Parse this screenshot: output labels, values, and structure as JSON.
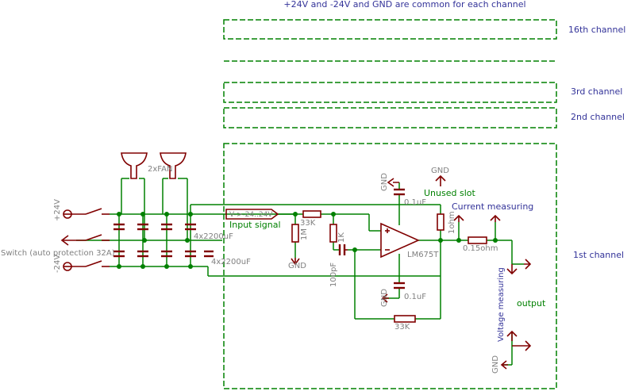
{
  "header": {
    "common_note": "+24V and -24V and GND are common for each channel"
  },
  "channels": {
    "ch16": "16th channel",
    "ch3": "3rd channel",
    "ch2": "2nd channel",
    "ch1": "1st channel"
  },
  "power": {
    "plus24": "+24V",
    "minus24": "-24V",
    "switch": "Switch (auto protection 32A)",
    "fans": "2xFAN",
    "caps_top": "4x2200uF",
    "caps_bottom": "4x2200uF"
  },
  "amp": {
    "input_signal": "Input signal",
    "input_range": "V->-24..24V",
    "r_in": "33K",
    "r_gnd": "1M",
    "r_mid": "1K",
    "c_in": "100pF",
    "c_top": "0.1uF",
    "c_bottom": "0.1uF",
    "gnd_top_cap": "GND",
    "gnd_bottom_cap": "GND",
    "gnd_input": "GND",
    "gnd_slot": "GND",
    "gnd_output": "GND",
    "opamp": "LM675T",
    "r_feedback": "33K",
    "unused_slot": "Unused slot",
    "current_measuring": "Current measuring",
    "r_series": "1ohm",
    "r_shunt": "0.15ohm",
    "voltage_measuring": "Voltage measuring",
    "output": "output"
  },
  "colors": {
    "wire": "#008000",
    "component": "#800000",
    "label": "#333399",
    "grey": "#808080"
  }
}
